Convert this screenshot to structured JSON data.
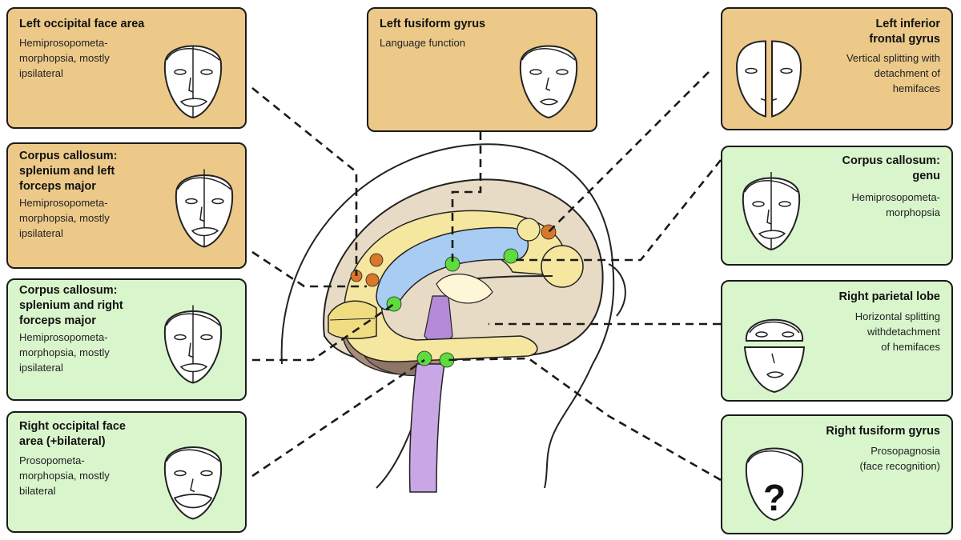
{
  "colors": {
    "orange_box": "#ecc989",
    "green_box": "#d8f5cc",
    "green_spot": "#5edb3e",
    "orange_spot": "#d9782a"
  },
  "boxes": {
    "left_occipital": {
      "title": "Left occipital face area",
      "desc": [
        "Hemiprosopometa-",
        "morphopsia, mostly",
        "ipsilateral"
      ]
    },
    "cc_left": {
      "title": [
        "Corpus callosum:",
        "splenium and left",
        "forceps major"
      ],
      "desc": [
        "Hemiprosopometa-",
        "morphopsia, mostly",
        "ipsilateral"
      ]
    },
    "cc_right": {
      "title": [
        "Corpus callosum:",
        "splenium and right",
        "forceps major"
      ],
      "desc": [
        "Hemiprosopometa-",
        "morphopsia, mostly",
        "ipsilateral"
      ]
    },
    "right_occipital": {
      "title": [
        "Right occipital face",
        "area (+bilateral)"
      ],
      "desc": [
        "Prosopometa-",
        "morphopsia, mostly",
        "bilateral"
      ]
    },
    "left_fusiform": {
      "title": "Left fusiform gyrus",
      "desc": "Language function"
    },
    "left_inferior": {
      "title": [
        "Left inferior",
        "frontal gyrus"
      ],
      "desc": [
        "Vertical splitting with",
        "detachment of",
        "hemifaces"
      ]
    },
    "cc_genu": {
      "title": [
        "Corpus callosum:",
        "genu"
      ],
      "desc": [
        "Hemiprosopometa-",
        "morphopsia"
      ]
    },
    "right_parietal": {
      "title": "Right parietal lobe",
      "desc": [
        "Horizontal splitting",
        "withdetachment",
        "of hemifaces"
      ]
    },
    "right_fusiform": {
      "title": "Right fusiform gyrus",
      "desc": [
        "Prosopagnosia",
        "(face recognition)"
      ],
      "symbol": "?"
    }
  }
}
